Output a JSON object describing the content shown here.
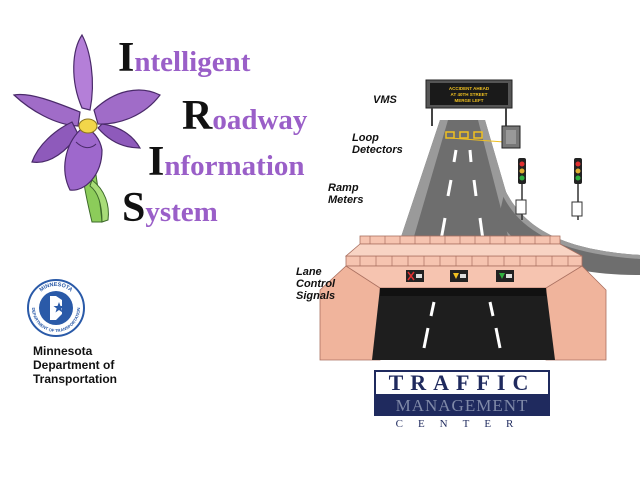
{
  "iris": {
    "line1": {
      "cap": "I",
      "rest": "ntelligent"
    },
    "line2": {
      "cap": "R",
      "rest": "oadway"
    },
    "line3": {
      "cap": "I",
      "rest": "nformation"
    },
    "line4": {
      "cap": "S",
      "rest": "ystem"
    }
  },
  "mndot": {
    "seal_top": "MINNESOTA",
    "seal_bottom": "DEPARTMENT OF TRANSPORTATION",
    "line1": "Minnesota",
    "line2": "Department of",
    "line3": "Transportation"
  },
  "diagram": {
    "vms_label": "VMS",
    "loop_label_1": "Loop",
    "loop_label_2": "Detectors",
    "ramp_label_1": "Ramp",
    "ramp_label_2": "Meters",
    "lane_label_1": "Lane",
    "lane_label_2": "Control",
    "lane_label_3": "Signals",
    "sign_line1": "ACCIDENT AHEAD",
    "sign_line2": "AT 40TH STREET",
    "sign_line3": "MERGE LEFT"
  },
  "tmc": {
    "line1": "TRAFFIC",
    "line2": "MANAGEMENT",
    "line3": "CENTER"
  },
  "colors": {
    "iris_purple": "#9a5fc8",
    "tmc_navy": "#1f2a5e",
    "bridge_pink": "#f6c4b0"
  }
}
